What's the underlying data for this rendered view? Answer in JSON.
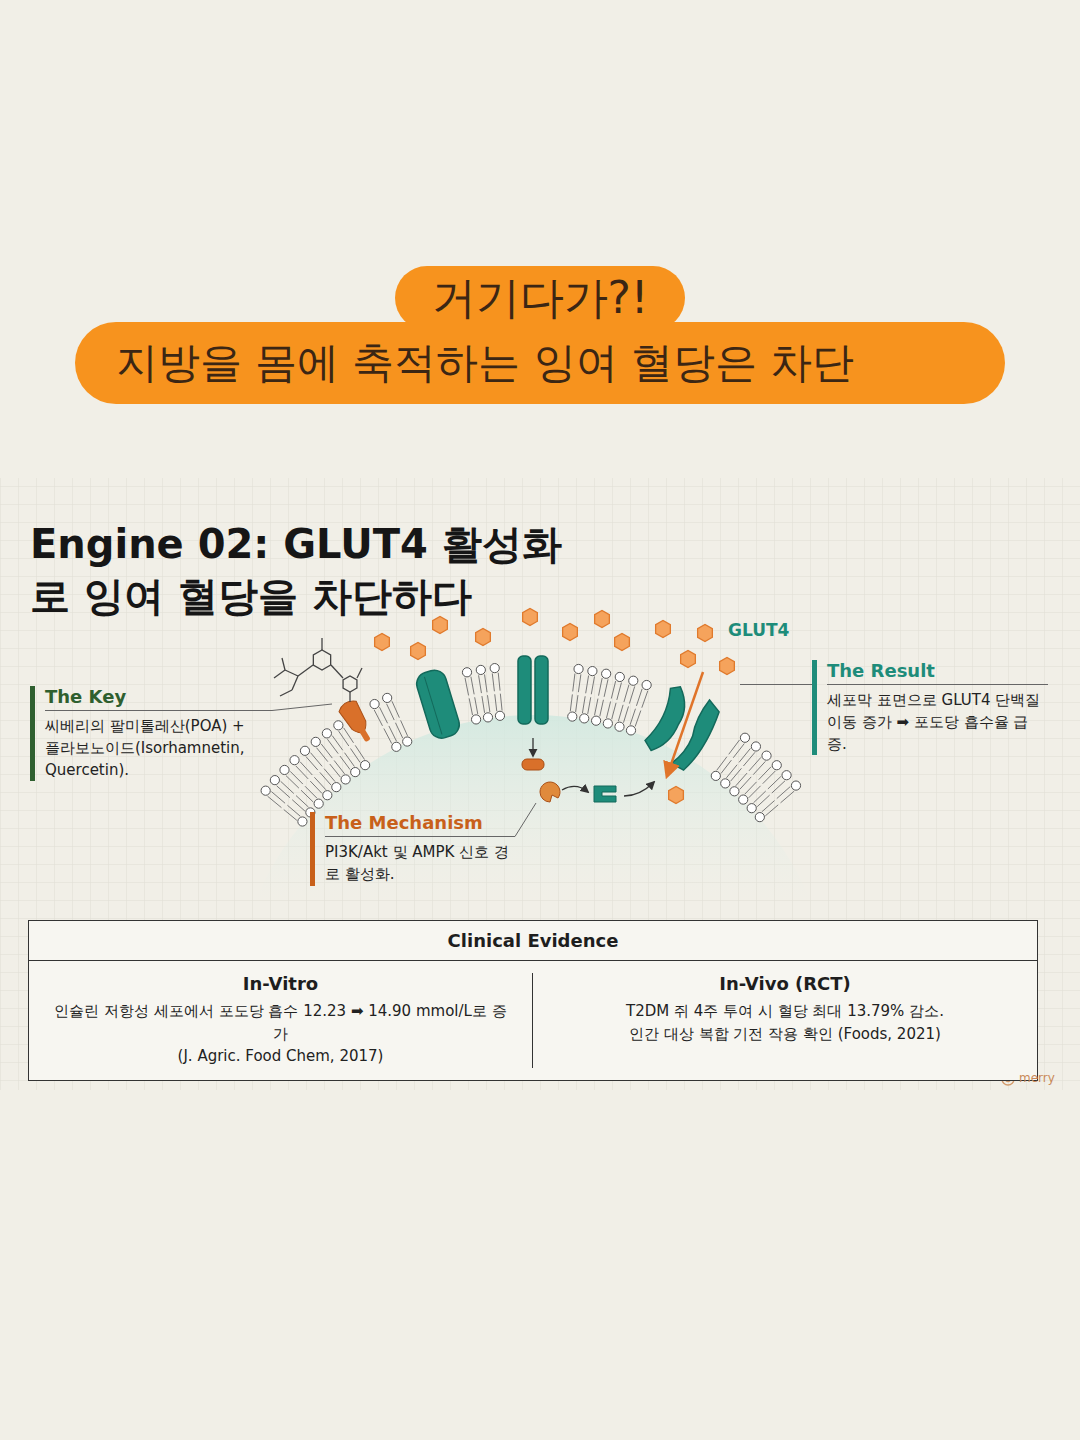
{
  "diagram": {
    "title": "Engine 02: GLUT4 활성화로 잉여 혈당을 차단하다",
    "nodes": [
      {
        "text": [
          "거기다가?!"
        ]
      },
      {
        "text": [
          "지방을 몸에 축적하는 잉여 혈당은 차단"
        ]
      },
      {
        "text": [
          "The Key",
          "씨베리의 팔미톨레산(POA) + 플라보노이드(Isorhamnetin, Quercetin)."
        ]
      },
      {
        "text": [
          "The Mechanism",
          "PI3K/Akt 및 AMPK 신호 경로 활성화."
        ]
      },
      {
        "text": [
          "The Result",
          "세포막 표면으로 GLUT4 단백질 이동 증가 ➡ 포도당 흡수율 급증."
        ]
      },
      {
        "text": [
          "Clinical Evidence"
        ]
      },
      {
        "text": [
          "In-Vitro",
          "인슐린 저항성 세포에서 포도당 흡수 12.23 ➡ 14.90 mmol/L로 증가",
          "(J. Agric. Food Chem, 2017)"
        ],
        "in": 5
      },
      {
        "text": [
          "In-Vivo (RCT)",
          "T2DM 쥐 4주 투여 시 혈당 최대 13.79% 감소.",
          "인간 대상 복합 기전 작용 확인 (Foods, 2021)"
        ],
        "in": 5
      }
    ],
    "labels": [
      "GLUT4",
      "merry"
    ]
  }
}
